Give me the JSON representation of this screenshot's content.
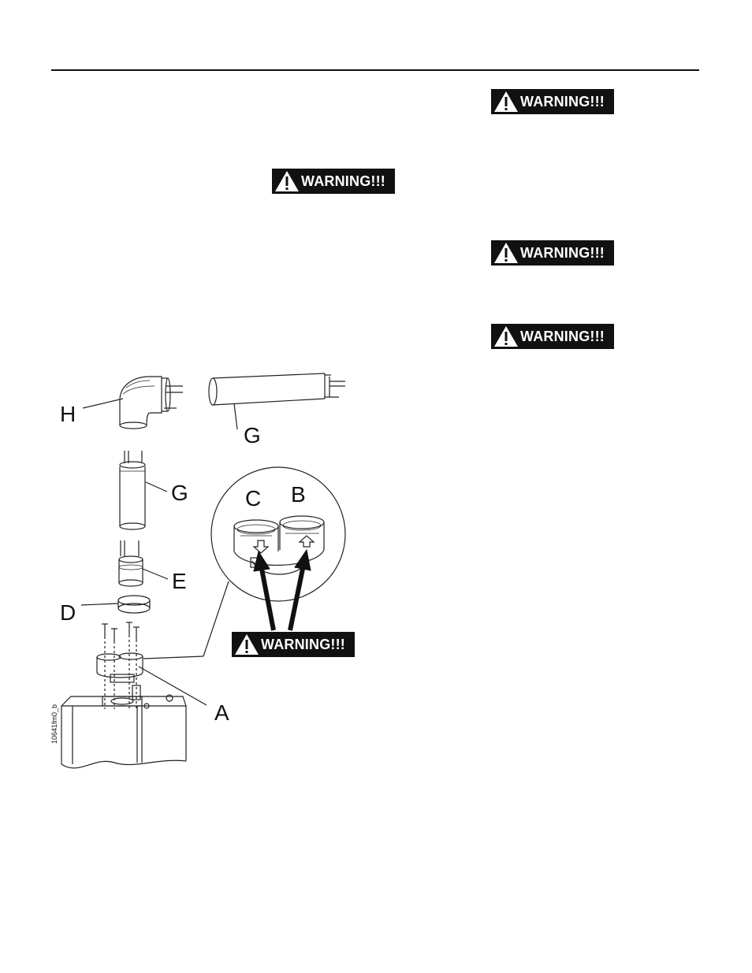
{
  "warnings": {
    "w1": "WARNING!!!",
    "w2": "WARNING!!!",
    "w3": "WARNING!!!",
    "w4": "WARNING!!!",
    "w5": "WARNING!!!"
  },
  "diagram": {
    "labels": {
      "H": "H",
      "G_top": "G",
      "G_mid": "G",
      "E": "E",
      "D": "D",
      "A": "A",
      "C": "C",
      "B": "B"
    },
    "drawing_code": "10641fm0_b"
  },
  "icons": {
    "warning": "warning-triangle-icon",
    "flow_arrow": "arrow-icon"
  }
}
